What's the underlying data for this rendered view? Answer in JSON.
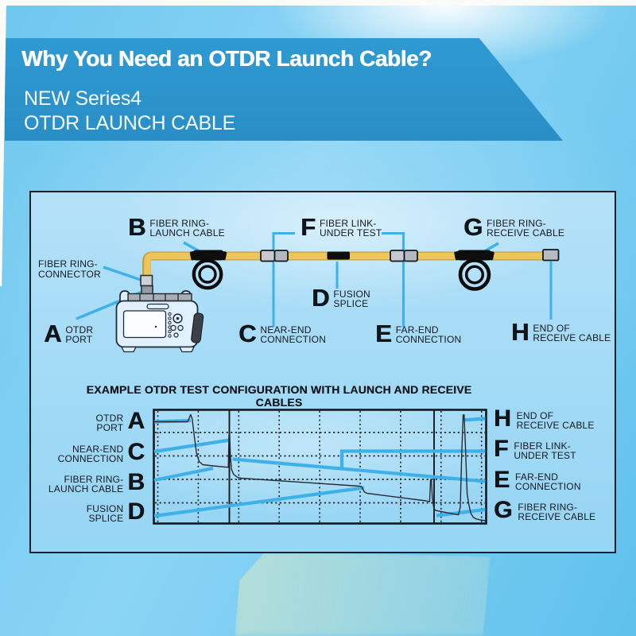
{
  "colors": {
    "banner_blue": "#2b92ca",
    "accent_cyan": "#3db1e8",
    "cable_yellow": "#edc55c",
    "ink": "#16181d"
  },
  "banner": {
    "title": "Why You Need an OTDR Launch Cable?",
    "line1": "NEW Series4",
    "line2": "OTDR LAUNCH CABLE"
  },
  "diagram": {
    "connector_label": {
      "line1": "FIBER RING-",
      "line2": "CONNECTOR"
    },
    "a": {
      "letter": "A",
      "line1": "OTDR",
      "line2": "PORT"
    },
    "b": {
      "letter": "B",
      "line1": "FIBER RING-",
      "line2": "LAUNCH CABLE"
    },
    "c": {
      "letter": "C",
      "line1": "NEAR-END",
      "line2": "CONNECTION"
    },
    "d": {
      "letter": "D",
      "line1": "FUSION",
      "line2": "SPLICE"
    },
    "e": {
      "letter": "E",
      "line1": "FAR-END",
      "line2": "CONNECTION"
    },
    "f": {
      "letter": "F",
      "line1": "FIBER LINK-",
      "line2": "UNDER TEST"
    },
    "g": {
      "letter": "G",
      "line1": "FIBER RING-",
      "line2": "RECEIVE CABLE"
    },
    "h": {
      "letter": "H",
      "line1": "END OF",
      "line2": "RECEIVE CABLE"
    }
  },
  "chart": {
    "title": "EXAMPLE OTDR TEST CONFIGURATION WITH LAUNCH AND RECEIVE CABLES",
    "left_labels": [
      {
        "letter": "A",
        "line1": "OTDR",
        "line2": "PORT"
      },
      {
        "letter": "C",
        "line1": "NEAR-END",
        "line2": "CONNECTION"
      },
      {
        "letter": "B",
        "line1": "FIBER RING-",
        "line2": "LAUNCH CABLE"
      },
      {
        "letter": "D",
        "line1": "FUSION",
        "line2": "SPLICE"
      }
    ],
    "right_labels": [
      {
        "letter": "H",
        "line1": "END OF",
        "line2": "RECEIVE CABLE"
      },
      {
        "letter": "F",
        "line1": "FIBER LINK-",
        "line2": "UNDER TEST"
      },
      {
        "letter": "E",
        "line1": "FAR-END",
        "line2": "CONNECTION"
      },
      {
        "letter": "G",
        "line1": "FIBER RING-",
        "line2": "RECEIVE CABLE"
      }
    ]
  },
  "chart_data": {
    "type": "line",
    "title": "EXAMPLE OTDR TEST CONFIGURATION WITH LAUNCH AND RECEIVE CABLES",
    "series": [
      {
        "name": "OTDR trace",
        "description": "backscatter power vs distance, stepping down at each event with reflective spikes at OTDR port, near-end, far-end and end of receive cable"
      }
    ],
    "events": [
      {
        "letter": "A",
        "feature": "OTDR PORT",
        "x_frac": 0.11
      },
      {
        "letter": "B",
        "feature": "FIBER RING- LAUNCH CABLE",
        "x_frac": 0.18
      },
      {
        "letter": "C",
        "feature": "NEAR-END CONNECTION",
        "x_frac": 0.23
      },
      {
        "letter": "D",
        "feature": "FUSION SPLICE",
        "x_frac": 0.63
      },
      {
        "letter": "F",
        "feature": "FIBER LINK- UNDER TEST",
        "x_frac": 0.55
      },
      {
        "letter": "E",
        "feature": "FAR-END CONNECTION",
        "x_frac": 0.84
      },
      {
        "letter": "G",
        "feature": "FIBER RING- RECEIVE CABLE",
        "x_frac": 0.9
      },
      {
        "letter": "H",
        "feature": "END OF RECEIVE CABLE",
        "x_frac": 0.93
      }
    ],
    "grid": "dotted"
  }
}
